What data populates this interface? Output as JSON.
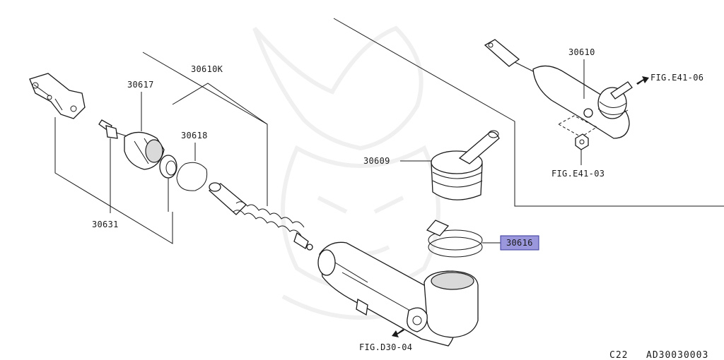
{
  "labels": {
    "p30617": "30617",
    "p30610K": "30610K",
    "p30618": "30618",
    "p30631": "30631",
    "p30609": "30609",
    "p30616": "30616",
    "p30610": "30610"
  },
  "refs": {
    "fig_e41_06": "FIG.E41-06",
    "fig_e41_03": "FIG.E41-03",
    "fig_d30_04": "FIG.D30-04"
  },
  "footer": {
    "code": "C22",
    "id": "AD30030003"
  },
  "colors": {
    "highlight": "#9a97dd",
    "ink": "#1a1a1a",
    "watermark": "#f0f0f0"
  }
}
